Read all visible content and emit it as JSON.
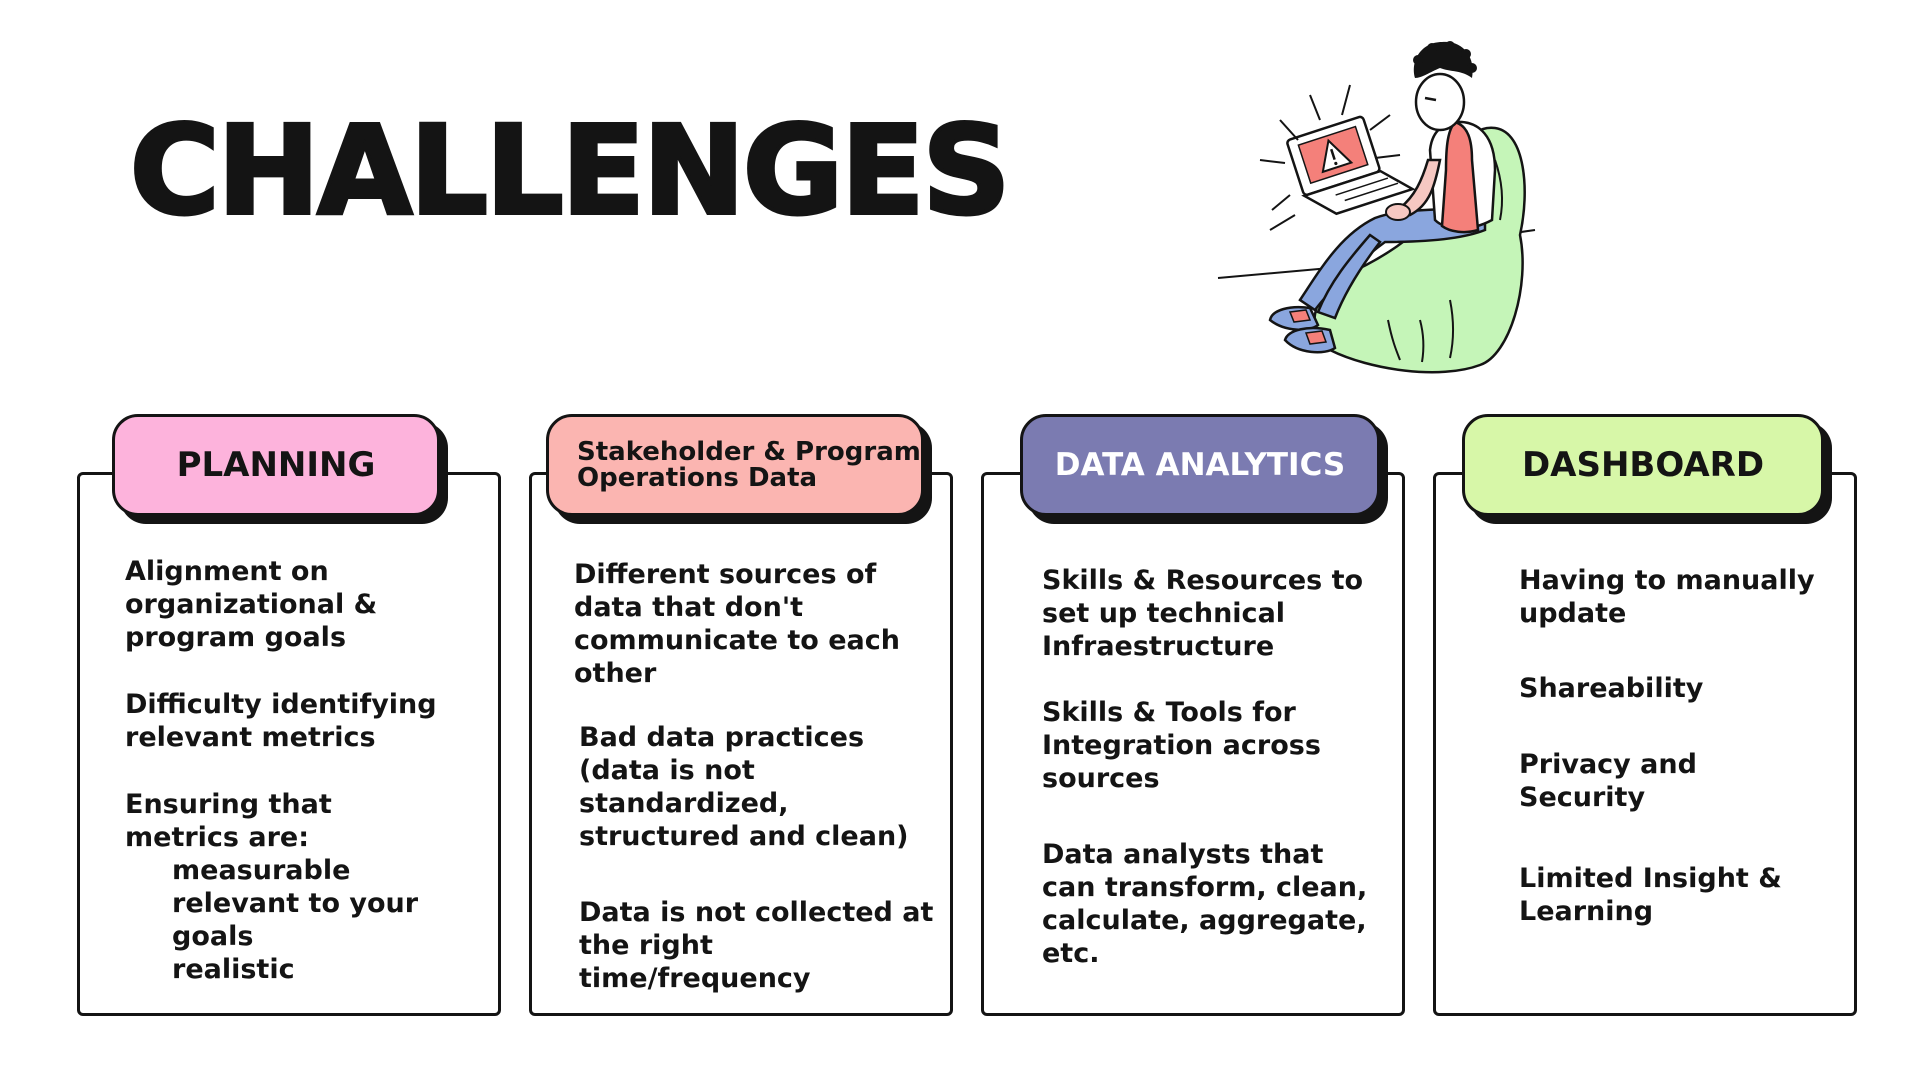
{
  "title": "CHALLENGES",
  "colors": {
    "planning_tab": "#fdb3dc",
    "stakeholder_tab": "#fbb5b1",
    "analytics_tab": "#7b7bb1",
    "dashboard_tab": "#d7f7a8",
    "outline": "#141414",
    "beanbag": "#c5f5b8",
    "vest": "#f4807a",
    "jeans": "#8aa6de"
  },
  "illustration": {
    "icon": "person-on-beanbag-laptop-warning"
  },
  "columns": [
    {
      "heading": "PLANNING",
      "items": [
        "Alignment on organizational & program goals",
        "Difficulty identifying relevant metrics",
        "Ensuring that metrics are:",
        "measurable",
        "relevant to your goals",
        "realistic"
      ]
    },
    {
      "heading_line1": "Stakeholder & Program",
      "heading_line2": "Operations Data",
      "items": [
        "Different sources of data that don't communicate to each other",
        "Bad data practices (data is not standardized, structured and clean)",
        "Data is not collected at the right time/frequency"
      ]
    },
    {
      "heading": "DATA ANALYTICS",
      "items": [
        "Skills & Resources to set up technical Infraestructure",
        "Skills & Tools for Integration across sources",
        "Data analysts that can transform, clean, calculate, aggregate, etc."
      ]
    },
    {
      "heading": "DASHBOARD",
      "items": [
        "Having to manually update",
        "Shareability",
        "Privacy and Security",
        "Limited Insight & Learning"
      ]
    }
  ]
}
